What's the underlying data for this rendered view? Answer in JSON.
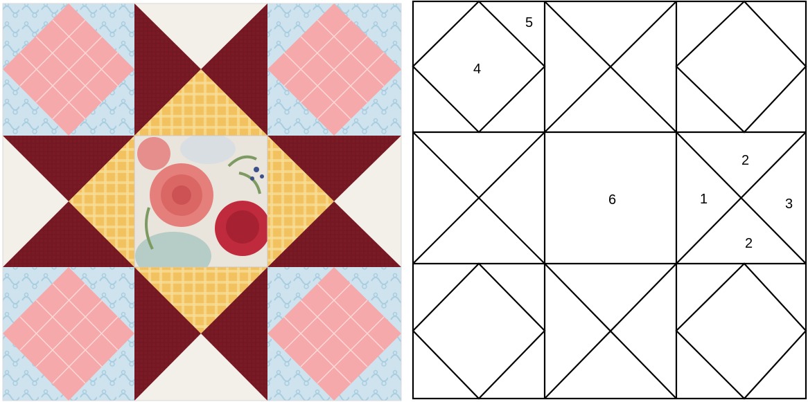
{
  "colors": {
    "light_blue": "#cfe3ee",
    "blue_swirl": "#a9cde0",
    "pink": "#f6a9ab",
    "pink_line": "#fde4e3",
    "maroon": "#7a1a24",
    "maroon_dark": "#651520",
    "gold": "#f1c25f",
    "gold_check": "#f8dc95",
    "cream": "#f3efe9",
    "photo_bg": "#e9e4dc",
    "rose_light": "#e57f7c",
    "rose_deep": "#bf2a3c",
    "vase": "#a9c6c0",
    "leaf": "#7d9a63",
    "outline": "#000000"
  },
  "diagram": {
    "labels": {
      "p4": "4",
      "p5": "5",
      "p6": "6",
      "p1": "1",
      "p2a": "2",
      "p2b": "2",
      "p3": "3"
    }
  }
}
